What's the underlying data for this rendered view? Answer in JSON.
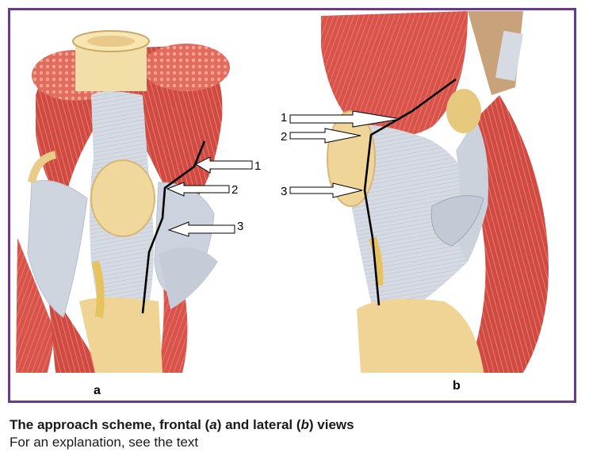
{
  "figure": {
    "panel_a": {
      "letter": "a",
      "callouts": [
        "1",
        "2",
        "3"
      ]
    },
    "panel_b": {
      "letter": "b",
      "callouts": [
        "1",
        "2",
        "3"
      ]
    },
    "colors": {
      "frame": "#6b3a8c",
      "muscle": "#d9534a",
      "tendon": "#d8dde6",
      "bone": "#f0d79c",
      "incision": "#000000"
    }
  },
  "caption": {
    "title_prefix": "The approach scheme, frontal (",
    "title_a": "a",
    "title_mid": ") and lateral (",
    "title_b": "b",
    "title_suffix": ") views",
    "subtitle": "For an explanation, see the text"
  }
}
